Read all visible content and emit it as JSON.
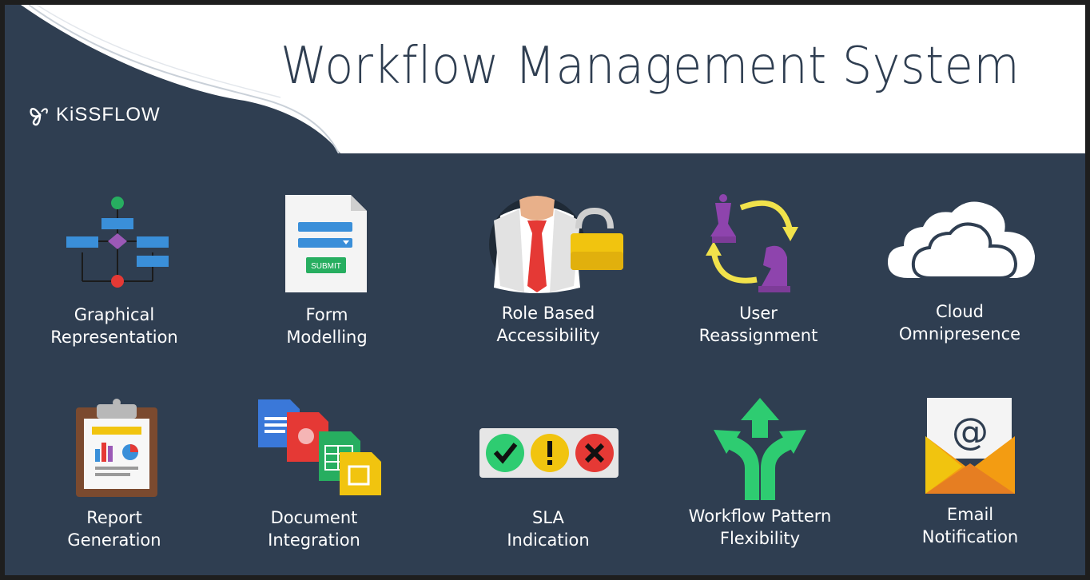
{
  "title": "Workflow Management System",
  "brand": "KiSSFLOW",
  "colors": {
    "background": "#2f3e51",
    "header": "#ffffff",
    "text": "#ffffff"
  },
  "features": [
    {
      "icon": "flowchart-icon",
      "line1": "Graphical",
      "line2": "Representation"
    },
    {
      "icon": "form-document-icon",
      "line1": "Form",
      "line2": "Modelling",
      "submit": "SUBMIT"
    },
    {
      "icon": "person-with-padlock-icon",
      "line1": "Role Based",
      "line2": "Accessibility"
    },
    {
      "icon": "chess-pieces-swap-icon",
      "line1": "User",
      "line2": "Reassignment"
    },
    {
      "icon": "cloud-icon",
      "line1": "Cloud",
      "line2": "Omnipresence"
    },
    {
      "icon": "clipboard-report-icon",
      "line1": "Report",
      "line2": "Generation"
    },
    {
      "icon": "document-files-icon",
      "line1": "Document",
      "line2": "Integration"
    },
    {
      "icon": "status-lights-icon",
      "line1": "SLA",
      "line2": "Indication"
    },
    {
      "icon": "branching-arrows-icon",
      "line1": "Workflow Pattern",
      "line2": "Flexibility"
    },
    {
      "icon": "email-envelope-icon",
      "line1": "Email",
      "line2": "Notification"
    }
  ]
}
